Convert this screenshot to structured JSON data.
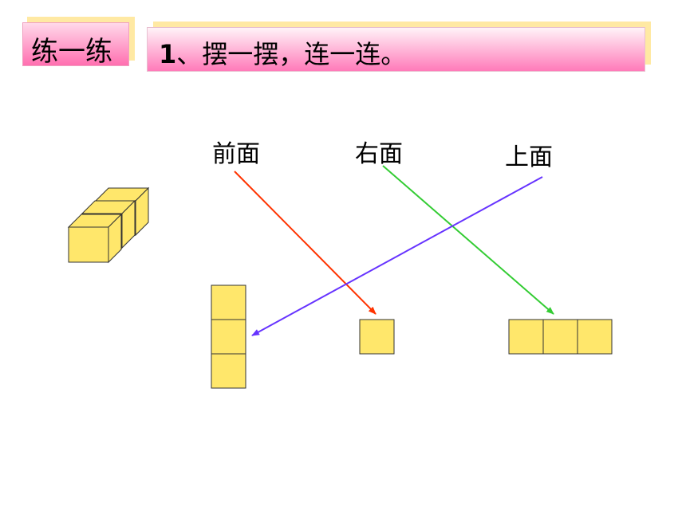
{
  "header": {
    "tag": "练一练",
    "exercise_number": "1",
    "exercise_text": "、摆一摆，连一连。"
  },
  "views": {
    "front": "前面",
    "right": "右面",
    "top": "上面"
  },
  "colors": {
    "cube_fill": "#ffe76b",
    "cube_stroke": "#333333",
    "front_arrow": "#ff3300",
    "right_arrow": "#33cc33",
    "top_arrow": "#6633ff"
  }
}
